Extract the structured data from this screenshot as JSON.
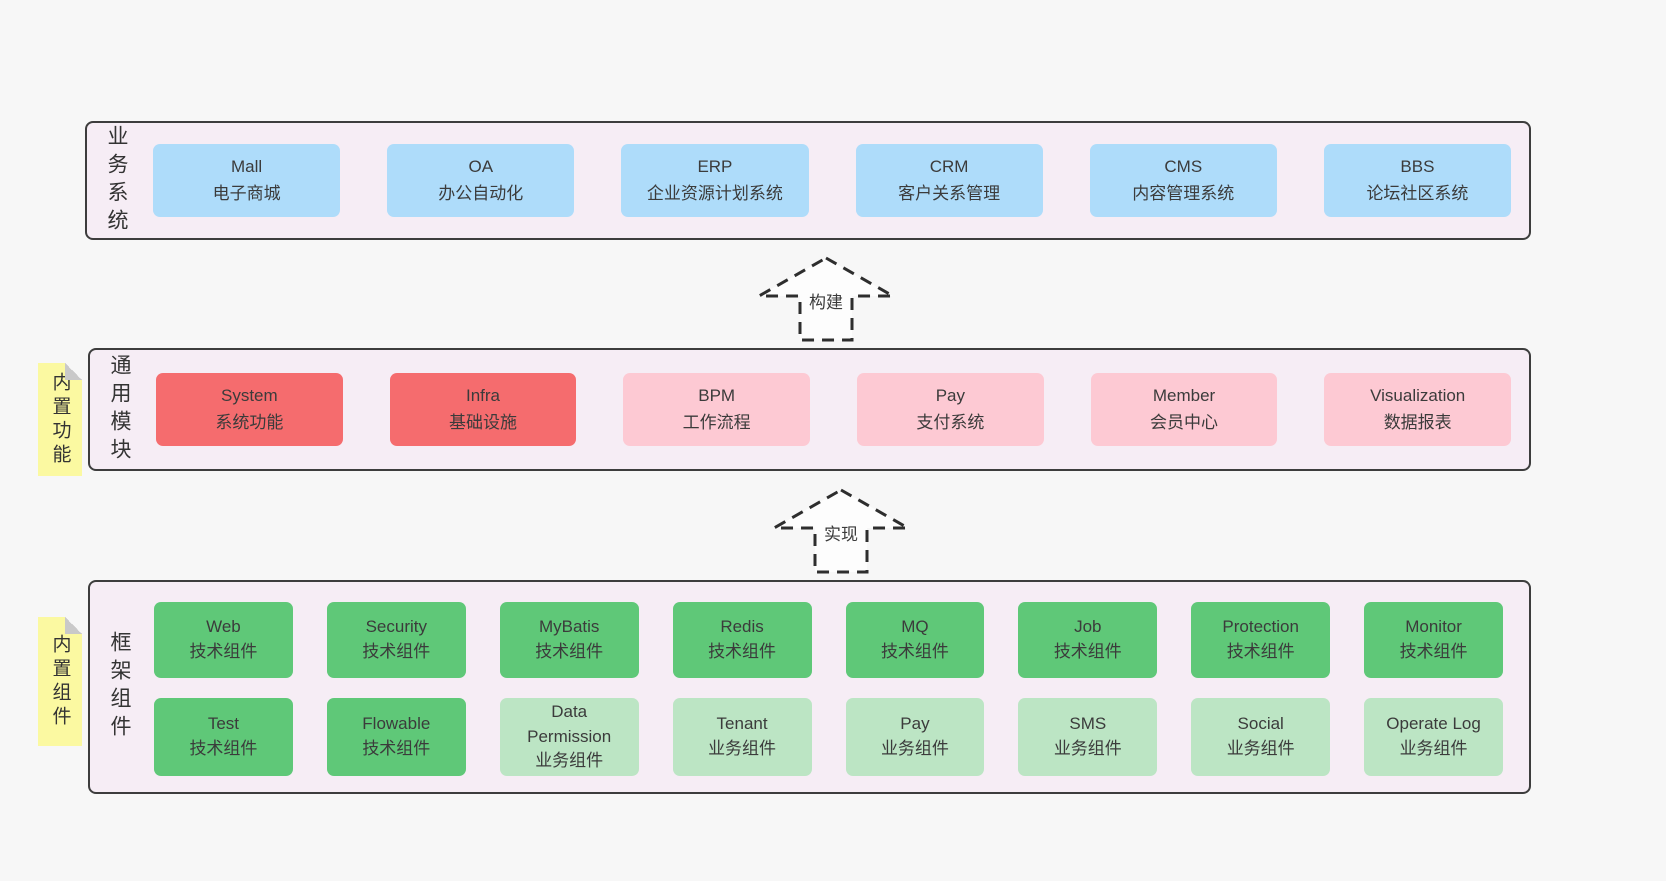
{
  "colors": {
    "page_bg": "#f7f7f7",
    "layer_bg": "#f6edf5",
    "layer_border": "#3d3d3d",
    "blue": "#aedcfa",
    "red": "#f56c6e",
    "pink": "#fdc9d3",
    "green": "#5fc878",
    "light_green": "#bce5c4",
    "sticky_yellow": "#fbf9a1",
    "text": "#3b3b3b"
  },
  "layers": [
    {
      "label": "业务系统",
      "boxes": [
        {
          "name": "Mall",
          "desc": "电子商城"
        },
        {
          "name": "OA",
          "desc": "办公自动化"
        },
        {
          "name": "ERP",
          "desc": "企业资源计划系统"
        },
        {
          "name": "CRM",
          "desc": "客户关系管理"
        },
        {
          "name": "CMS",
          "desc": "内容管理系统"
        },
        {
          "name": "BBS",
          "desc": "论坛社区系统"
        }
      ]
    },
    {
      "label": "通用模块",
      "sticky": "内置功能",
      "boxes": [
        {
          "name": "System",
          "desc": "系统功能"
        },
        {
          "name": "Infra",
          "desc": "基础设施"
        },
        {
          "name": "BPM",
          "desc": "工作流程"
        },
        {
          "name": "Pay",
          "desc": "支付系统"
        },
        {
          "name": "Member",
          "desc": "会员中心"
        },
        {
          "name": "Visualization",
          "desc": "数据报表"
        }
      ]
    },
    {
      "label": "框架组件",
      "sticky": "内置组件",
      "boxes": [
        {
          "name": "Web",
          "desc": "技术组件"
        },
        {
          "name": "Security",
          "desc": "技术组件"
        },
        {
          "name": "MyBatis",
          "desc": "技术组件"
        },
        {
          "name": "Redis",
          "desc": "技术组件"
        },
        {
          "name": "MQ",
          "desc": "技术组件"
        },
        {
          "name": "Job",
          "desc": "技术组件"
        },
        {
          "name": "Protection",
          "desc": "技术组件"
        },
        {
          "name": "Monitor",
          "desc": "技术组件"
        },
        {
          "name": "Test",
          "desc": "技术组件"
        },
        {
          "name": "Flowable",
          "desc": "技术组件"
        },
        {
          "name": "Data Permission",
          "desc": "业务组件"
        },
        {
          "name": "Tenant",
          "desc": "业务组件"
        },
        {
          "name": "Pay",
          "desc": "业务组件"
        },
        {
          "name": "SMS",
          "desc": "业务组件"
        },
        {
          "name": "Social",
          "desc": "业务组件"
        },
        {
          "name": "Operate Log",
          "desc": "业务组件"
        }
      ]
    }
  ],
  "arrows": [
    {
      "label": "构建"
    },
    {
      "label": "实现"
    }
  ]
}
